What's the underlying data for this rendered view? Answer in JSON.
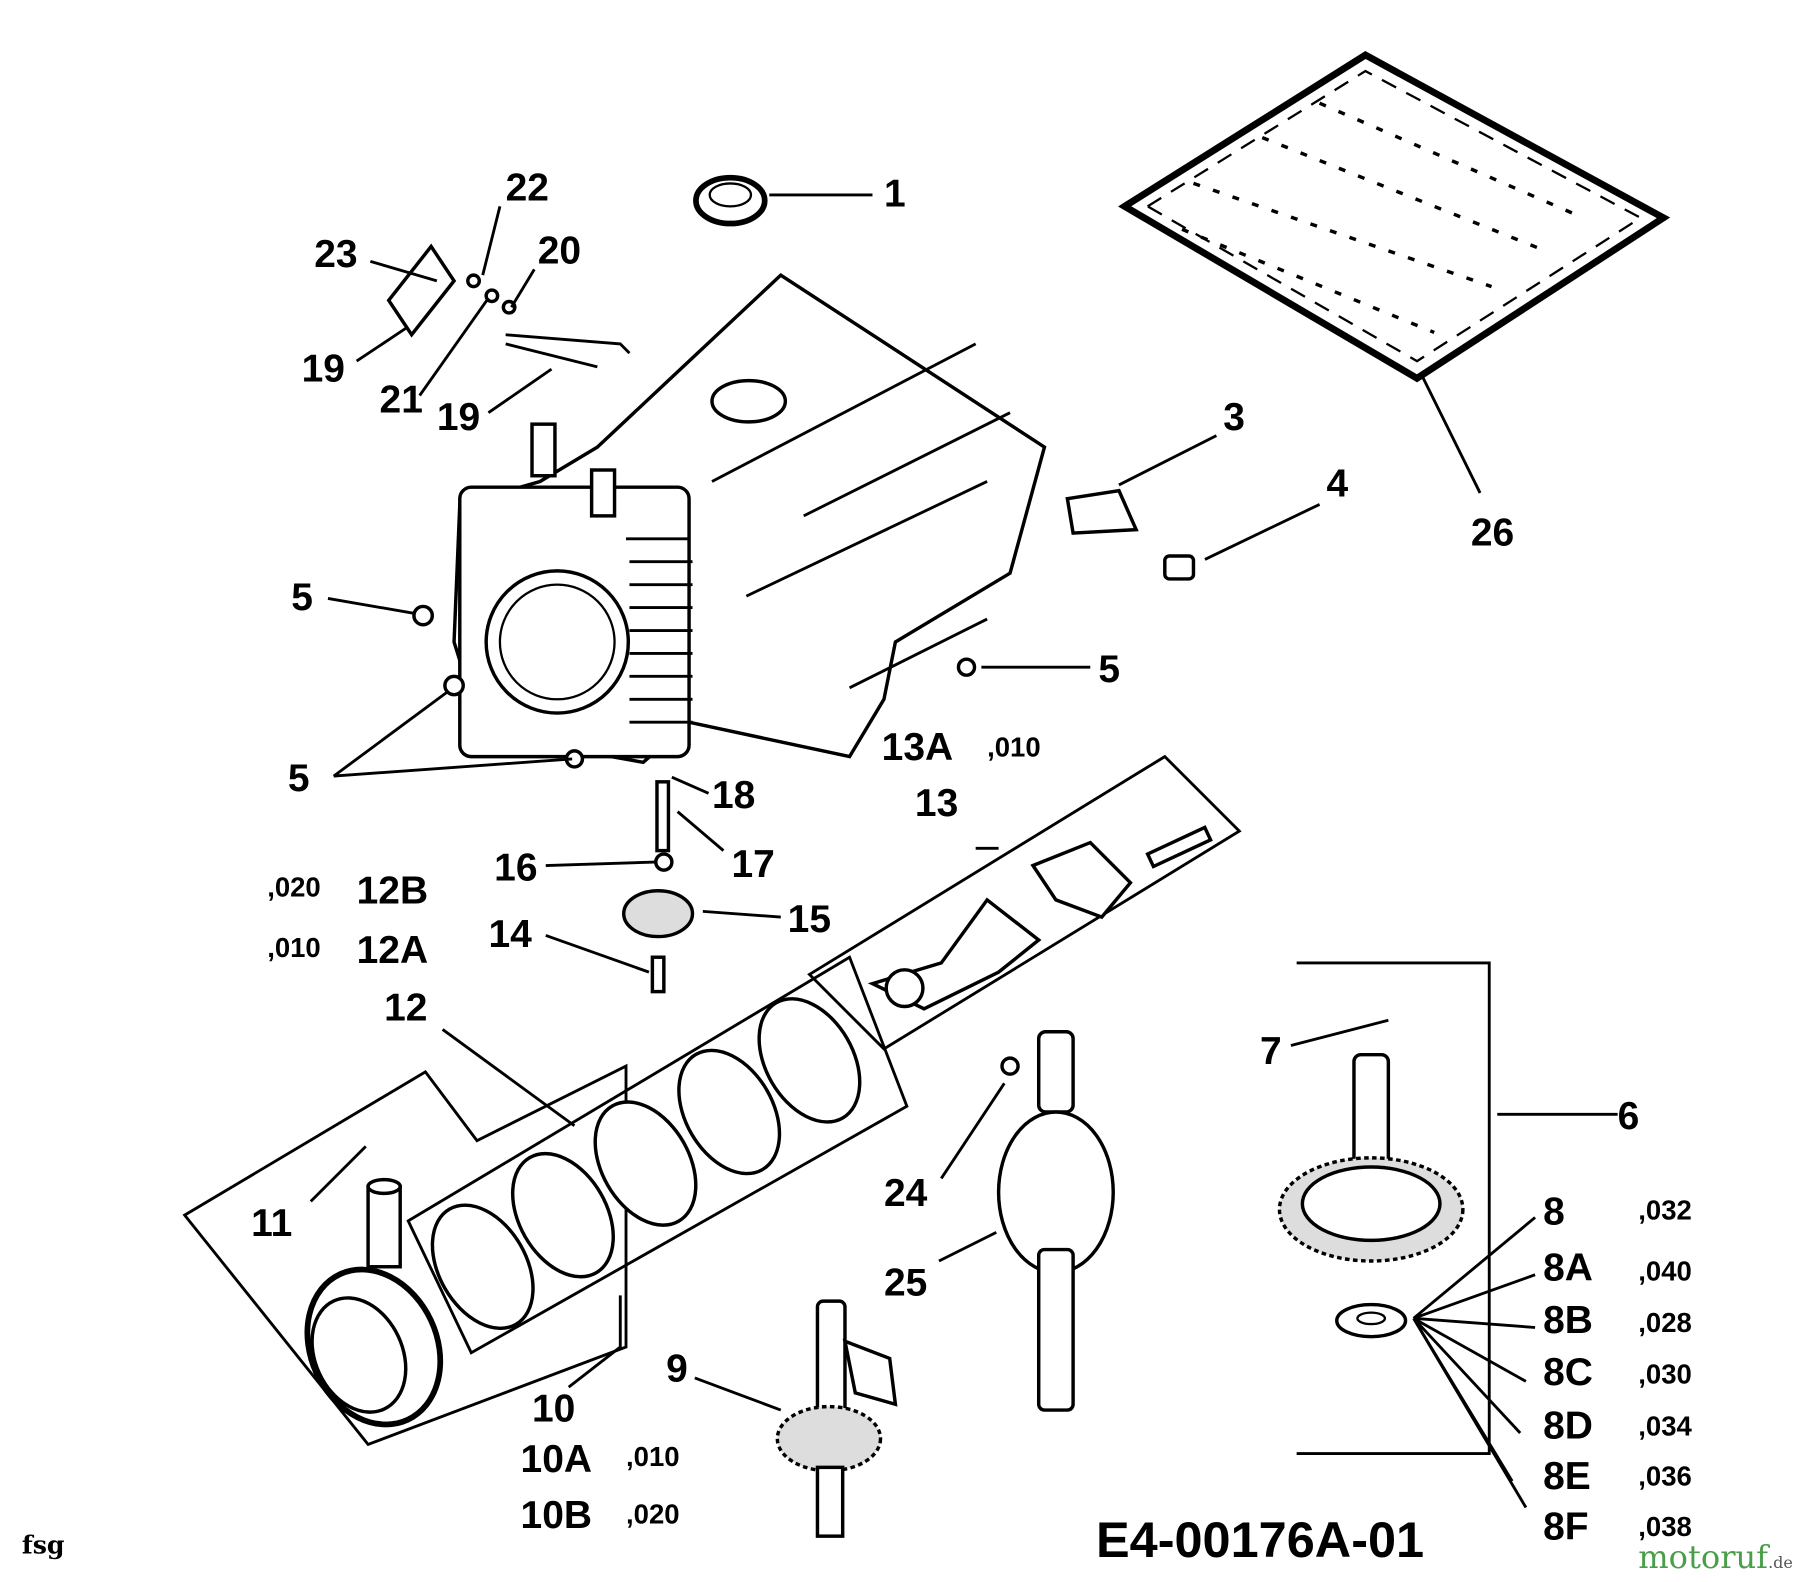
{
  "title": "E4-00176A-01",
  "author_mark": "fsg",
  "watermark": {
    "name": "motoruf",
    "suffix": ".de",
    "colors": [
      "#3b5bb5",
      "#e0383e",
      "#f2b01e",
      "#2e9e45",
      "#e05aa0",
      "#7a3fb0"
    ]
  },
  "labels": {
    "p1": "1",
    "p22": "22",
    "p23": "23",
    "p20": "20",
    "p19a": "19",
    "p21": "21",
    "p19b": "19",
    "p3": "3",
    "p4": "4",
    "p26": "26",
    "p5a": "5",
    "p5b": "5",
    "p5c": "5",
    "p13A": "13A",
    "p18": "18",
    "p13": "13",
    "p17": "17",
    "p16": "16",
    "p12B": "12B",
    "p15": "15",
    "p14": "14",
    "p12A": "12A",
    "p12": "12",
    "p7": "7",
    "p6": "6",
    "p11": "11",
    "p24": "24",
    "p25": "25",
    "p9": "9",
    "p10": "10",
    "p10A": "10A",
    "p10B": "10B",
    "p8": "8",
    "p8A": "8A",
    "p8B": "8B",
    "p8C": "8C",
    "p8D": "8D",
    "p8E": "8E",
    "p8F": "8F"
  },
  "sizes": {
    "s13A": ",010",
    "s12B": ",020",
    "s12A": ",010",
    "s10A": ",010",
    "s10B": ",020",
    "s8": ",032",
    "s8A": ",040",
    "s8B": ",028",
    "s8C": ",030",
    "s8D": ",034",
    "s8E": ",036",
    "s8F": ",038"
  }
}
